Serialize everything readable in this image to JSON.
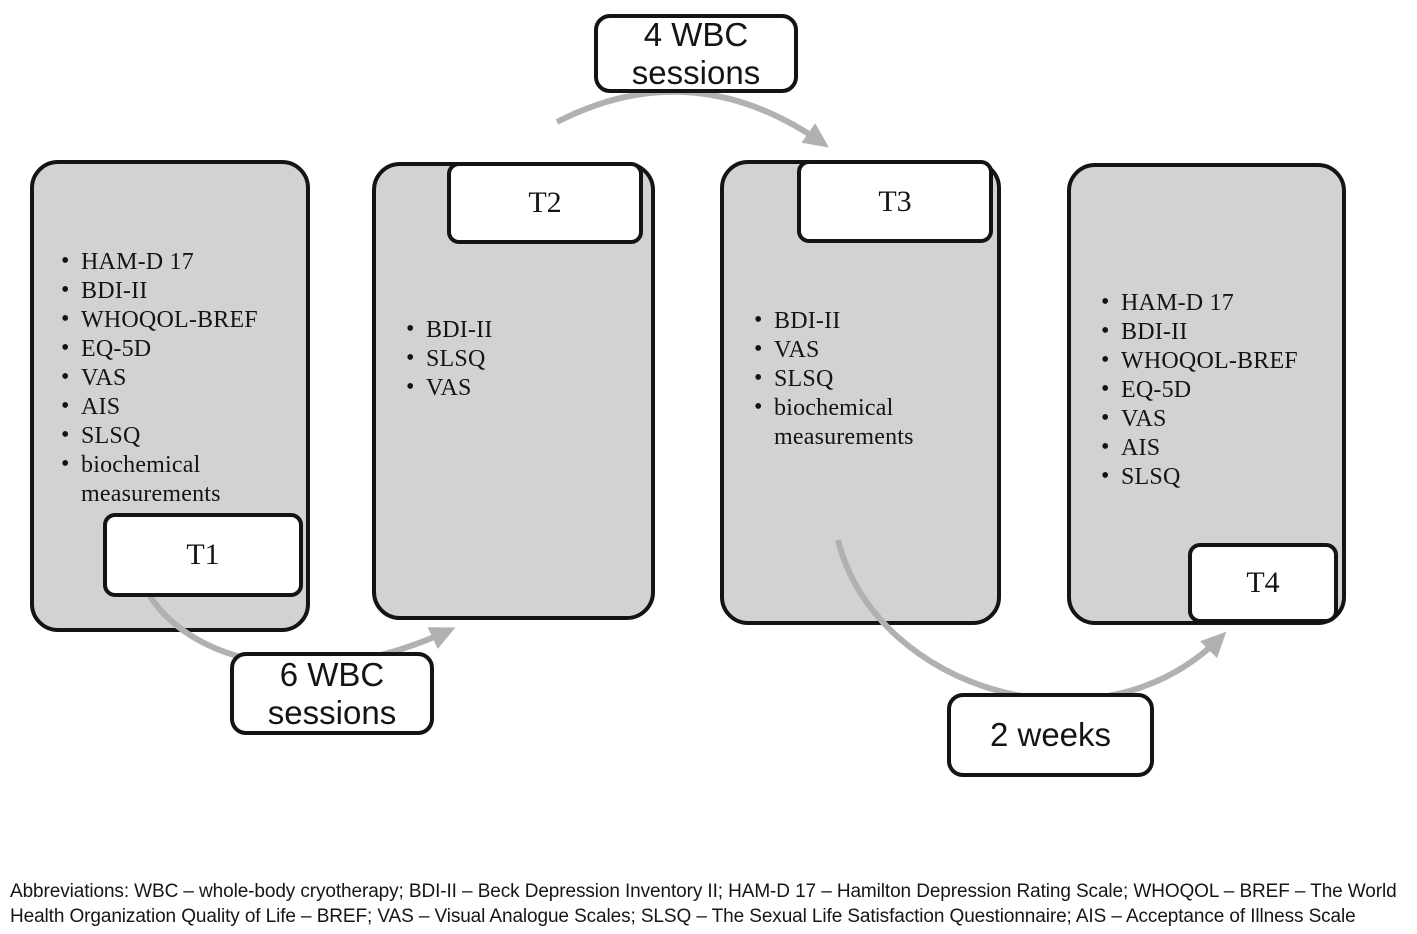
{
  "figure": {
    "type": "study-timeline-diagram",
    "panels": [
      {
        "label": "T1",
        "items": [
          "HAM-D 17",
          "BDI-II",
          "WHOQOL-BREF",
          "EQ-5D",
          "VAS",
          "AIS",
          "SLSQ",
          "biochemical measurements"
        ]
      },
      {
        "label": "T2",
        "items": [
          "BDI-II",
          "SLSQ",
          "VAS"
        ]
      },
      {
        "label": "T3",
        "items": [
          "BDI-II",
          "VAS",
          "SLSQ",
          "biochemical measurements"
        ]
      },
      {
        "label": "T4",
        "items": [
          "HAM-D 17",
          "BDI-II",
          "WHOQOL-BREF",
          "EQ-5D",
          "VAS",
          "AIS",
          "SLSQ"
        ]
      }
    ],
    "connectors": [
      {
        "label": "4 WBC sessions",
        "from": "T2",
        "to": "T3"
      },
      {
        "label": "6 WBC sessions",
        "from": "T1",
        "to": "T2"
      },
      {
        "label": "2 weeks",
        "from": "T3",
        "to": "T4"
      }
    ],
    "footnote": {
      "line1": "Abbreviations: WBC – whole-body cryotherapy; BDI-II – Beck Depression Inventory II; HAM-D 17 – Hamilton Depression Rating Scale; WHOQOL – BREF – The World",
      "line2": "Health Organization Quality of Life – BREF; VAS – Visual Analogue Scales; SLSQ – The Sexual Life Satisfaction Questionnaire; AIS – Acceptance of Illness Scale"
    },
    "colors": {
      "panel_fill": "#d2d2d2",
      "panel_border": "#141414",
      "arrow": "#b1b1b1",
      "label_fill": "#ffffff"
    }
  }
}
